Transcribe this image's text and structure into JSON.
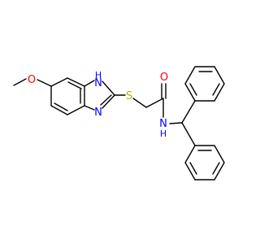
{
  "molecule": {
    "atoms": {
      "methoxy_o": "O",
      "ring_nh": "H\nN",
      "ring_n": "N",
      "thio_s": "S",
      "carbonyl_o": "O",
      "amide_nh": "H\nN"
    }
  },
  "colors": {
    "bond": "#000000",
    "oxygen": "#ff0000",
    "nitrogen": "#0000ff",
    "sulfur": "#b2b200"
  }
}
